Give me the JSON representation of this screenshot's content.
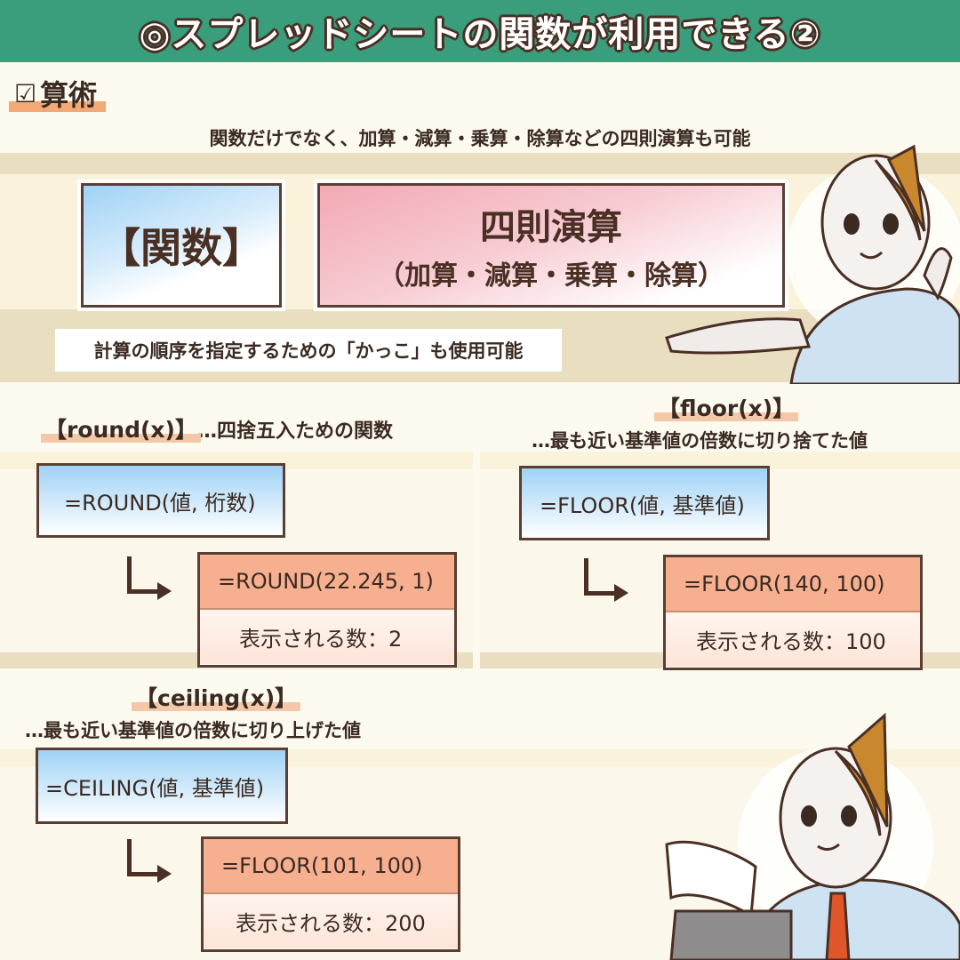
{
  "header": {
    "title": "◎スプレッドシートの関数が利用できる②"
  },
  "section": {
    "check_icon": "☑",
    "label": "算術"
  },
  "intro": "関数だけでなく、加算・減算・乗算・除算などの四則演算も可能",
  "kinds": {
    "function_label": "【関数】",
    "arith_title": "四則演算",
    "arith_sub": "（加算・減算・乗算・除算）"
  },
  "paren_note": "計算の順序を指定するための「かっこ」も使用可能",
  "round": {
    "heading": "【round(x)】",
    "desc": "…四捨五入ための関数",
    "syntax": "=ROUND(値, 桁数)",
    "example": "=ROUND(22.245, 1)",
    "result": "表示される数：2"
  },
  "floor": {
    "heading": "【floor(x)】",
    "desc": "…最も近い基準値の倍数に切り捨てた値",
    "syntax": "=FLOOR(値, 基準値)",
    "example": "=FLOOR(140, 100)",
    "result": "表示される数：100"
  },
  "ceiling": {
    "heading": "【ceiling(x)】",
    "desc": "…最も近い基準値の倍数に切り上げた値",
    "syntax": "=CEILING(値, 基準値)",
    "example": "=FLOOR(101, 100)",
    "result": "表示される数：200"
  },
  "colors": {
    "header_bg": "#3a9e7c",
    "band_dark": "#e9dec0",
    "band_light": "#faf2da",
    "formula_blue": "#9fd2f6",
    "result_orange": "#f6b090",
    "arith_pink": "#f3a9b4"
  }
}
